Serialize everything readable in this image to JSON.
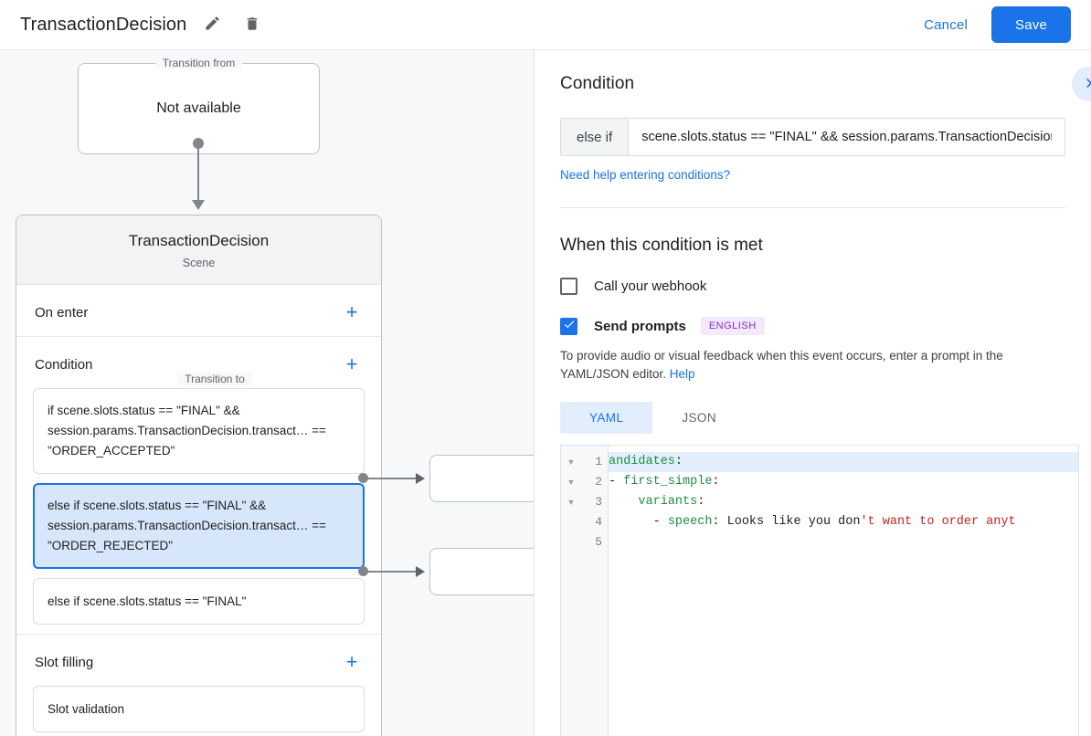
{
  "topbar": {
    "title": "TransactionDecision",
    "edit_icon": "pencil-icon",
    "delete_icon": "trash-icon",
    "cancel_label": "Cancel",
    "save_label": "Save",
    "accent_color": "#1a73e8"
  },
  "canvas": {
    "from": {
      "legend": "Transition from",
      "value": "Not available"
    },
    "to": {
      "legend": "Transition to",
      "title": "TransactionDecision",
      "subtitle": "Scene"
    },
    "sections": [
      {
        "title": "On enter",
        "add_label": "+",
        "items": []
      },
      {
        "title": "Condition",
        "add_label": "+",
        "items": [
          {
            "text": "if scene.slots.status == \"FINAL\" && session.params.TransactionDecision.transact… == \"ORDER_ACCEPTED\"",
            "selected": false
          },
          {
            "text": "else if scene.slots.status == \"FINAL\" && session.params.TransactionDecision.transact… == \"ORDER_REJECTED\"",
            "selected": true
          },
          {
            "text": "else if scene.slots.status == \"FINAL\"",
            "selected": false
          }
        ]
      },
      {
        "title": "Slot filling",
        "add_label": "+",
        "items": [
          {
            "text": "Slot validation",
            "selected": false
          }
        ]
      }
    ],
    "stub_boxes": [
      "",
      ""
    ]
  },
  "right": {
    "condition": {
      "heading": "Condition",
      "expand_icon": "chevron-right-icon",
      "prefix": "else if",
      "value": "scene.slots.status == \"FINAL\" && session.params.TransactionDecision.",
      "help_link": "Need help entering conditions?"
    },
    "when_met": {
      "heading": "When this condition is met",
      "webhook": {
        "label": "Call your webhook",
        "checked": false
      },
      "prompts": {
        "label": "Send prompts",
        "checked": true,
        "badge": "ENGLISH",
        "badge_color": "#8430ce"
      },
      "description_before": "To provide audio or visual feedback when this event occurs, enter a prompt in the YAML/JSON editor. ",
      "description_link": "Help"
    },
    "editor": {
      "tabs": [
        {
          "label": "YAML",
          "active": true
        },
        {
          "label": "JSON",
          "active": false
        }
      ],
      "lines": [
        {
          "no": "1",
          "foldable": true,
          "highlight": true,
          "segments": [
            {
              "t": "andidates",
              "c": "tok-key"
            },
            {
              "t": ":",
              "c": "tok-punct"
            }
          ]
        },
        {
          "no": "2",
          "foldable": true,
          "highlight": false,
          "segments": [
            {
              "t": "- ",
              "c": "tok-punct"
            },
            {
              "t": "first_simple",
              "c": "tok-key"
            },
            {
              "t": ":",
              "c": "tok-punct"
            }
          ]
        },
        {
          "no": "3",
          "foldable": true,
          "highlight": false,
          "segments": [
            {
              "t": "    ",
              "c": "tok-punct"
            },
            {
              "t": "variants",
              "c": "tok-key"
            },
            {
              "t": ":",
              "c": "tok-punct"
            }
          ]
        },
        {
          "no": "4",
          "foldable": false,
          "highlight": false,
          "segments": [
            {
              "t": "      - ",
              "c": "tok-punct"
            },
            {
              "t": "speech",
              "c": "tok-key"
            },
            {
              "t": ": ",
              "c": "tok-punct"
            },
            {
              "t": "Looks like you don",
              "c": "tok-punct"
            },
            {
              "t": "'t want to order anyt",
              "c": "tok-str"
            }
          ]
        },
        {
          "no": "5",
          "foldable": false,
          "highlight": false,
          "segments": []
        }
      ]
    }
  }
}
